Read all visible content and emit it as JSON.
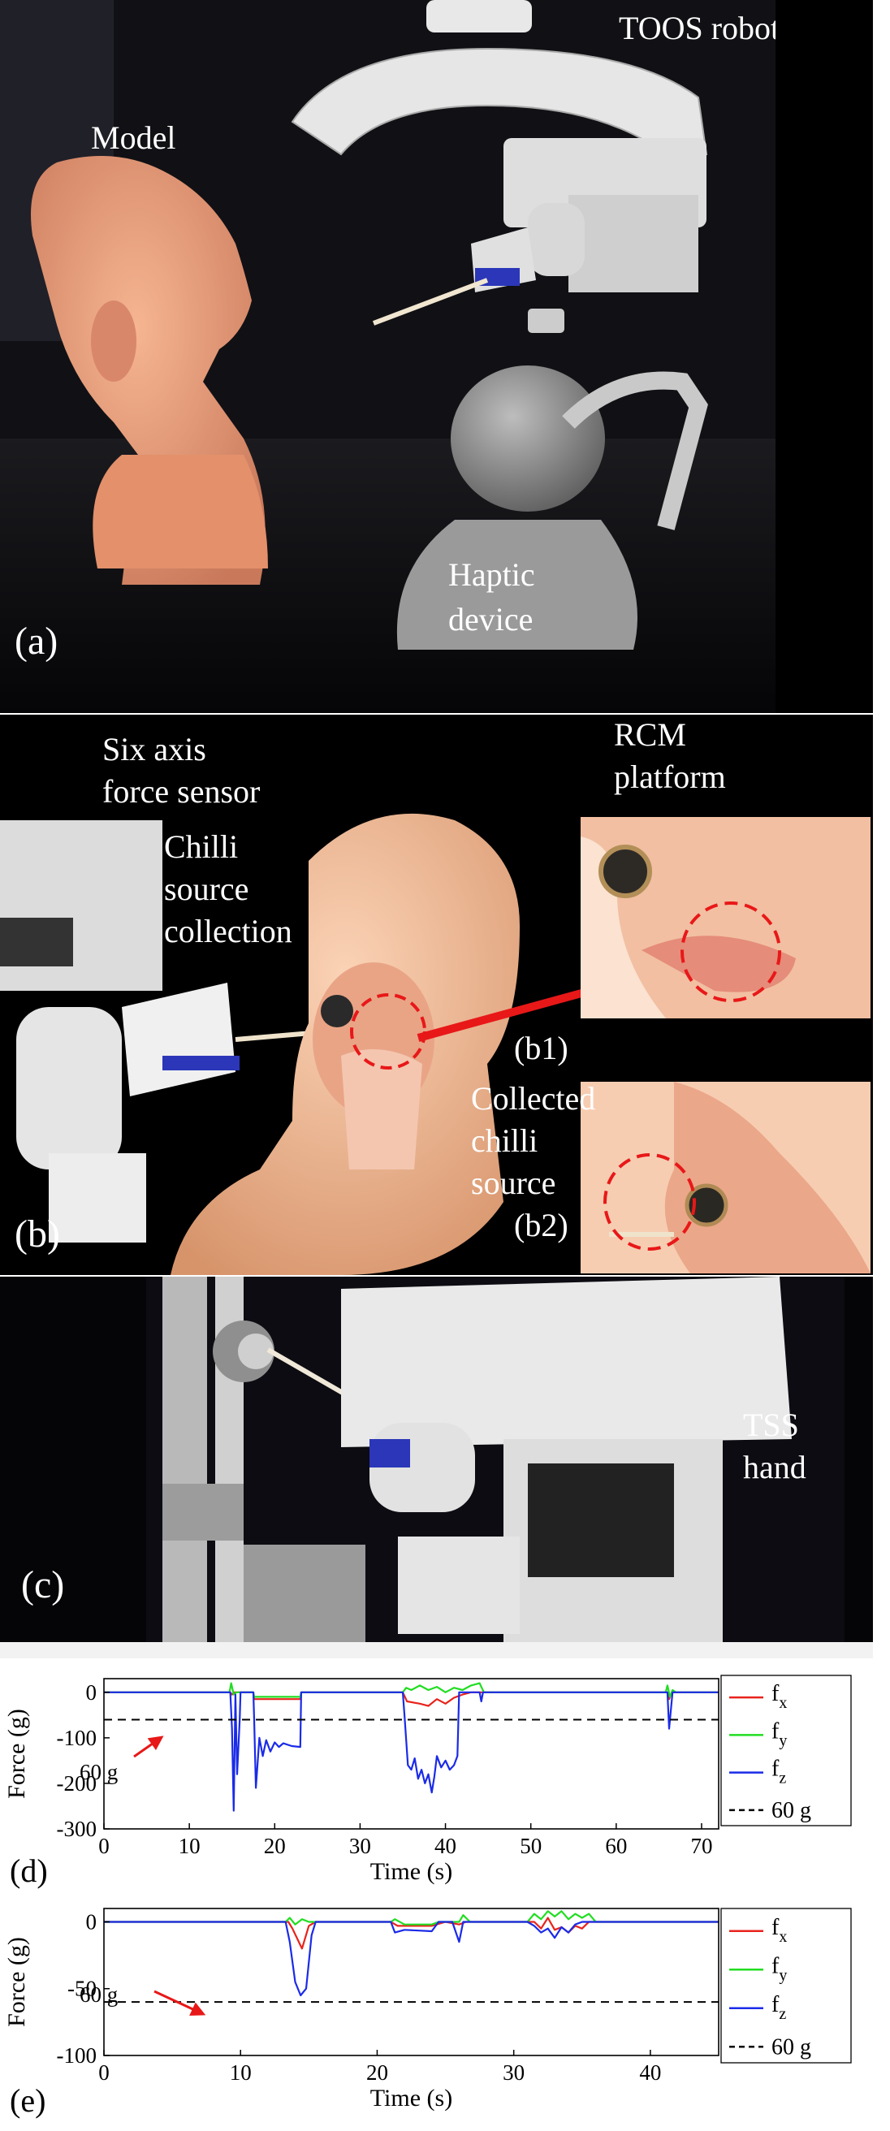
{
  "figure": {
    "panel_a": {
      "label": "(a)",
      "model_label": "Model",
      "robot_label": "TOOS robot",
      "haptic_label_line1": "Haptic",
      "haptic_label_line2": "device"
    },
    "panel_b": {
      "label": "(b)",
      "sensor_line1": "Six axis",
      "sensor_line2": "force sensor",
      "rcm_line1": "RCM",
      "rcm_line2": "platform",
      "chilli_line1": "Chilli",
      "chilli_line2": "source",
      "chilli_line3": "collection",
      "b1_label": "(b1)",
      "b2_label": "(b2)",
      "collected_line1": "Collected",
      "collected_line2": "chilli",
      "collected_line3": "source"
    },
    "panel_c": {
      "label": "(c)",
      "tss_line1": "TSS",
      "tss_line2": "hand"
    }
  },
  "chart_data": [
    {
      "id": "d",
      "panel_label": "(d)",
      "type": "line",
      "xlabel": "Time (s)",
      "ylabel": "Force (g)",
      "xlim": [
        0,
        72
      ],
      "ylim": [
        -300,
        30
      ],
      "xticks": [
        0,
        10,
        20,
        30,
        40,
        50,
        60,
        70
      ],
      "yticks": [
        0,
        -100,
        -200,
        -300
      ],
      "threshold": {
        "value": -60,
        "label": "60 g"
      },
      "legend": [
        "f_x",
        "f_y",
        "f_z",
        "60 g"
      ],
      "series": [
        {
          "name": "f_x",
          "color": "#e8231c",
          "points": [
            [
              0,
              0
            ],
            [
              14.8,
              0
            ],
            [
              15,
              -5
            ],
            [
              15.3,
              0
            ],
            [
              17.5,
              0
            ],
            [
              17.6,
              -15
            ],
            [
              23,
              -15
            ],
            [
              23.1,
              0
            ],
            [
              35,
              0
            ],
            [
              35.5,
              -20
            ],
            [
              37,
              -25
            ],
            [
              38,
              -30
            ],
            [
              39,
              -15
            ],
            [
              40,
              -25
            ],
            [
              41,
              -12
            ],
            [
              42,
              -5
            ],
            [
              43,
              0
            ],
            [
              66,
              0
            ],
            [
              66.2,
              -15
            ],
            [
              66.5,
              0
            ],
            [
              72,
              0
            ]
          ]
        },
        {
          "name": "f_y",
          "color": "#22dd22",
          "points": [
            [
              0,
              0
            ],
            [
              14.7,
              0
            ],
            [
              14.9,
              20
            ],
            [
              15.2,
              -5
            ],
            [
              15.5,
              0
            ],
            [
              17.5,
              0
            ],
            [
              17.6,
              -10
            ],
            [
              23,
              -10
            ],
            [
              23.1,
              0
            ],
            [
              35,
              0
            ],
            [
              35.4,
              10
            ],
            [
              36,
              5
            ],
            [
              37,
              15
            ],
            [
              38,
              5
            ],
            [
              39,
              12
            ],
            [
              40,
              0
            ],
            [
              41,
              10
            ],
            [
              42,
              5
            ],
            [
              43,
              15
            ],
            [
              44,
              20
            ],
            [
              44.5,
              0
            ],
            [
              65.8,
              0
            ],
            [
              66,
              15
            ],
            [
              66.3,
              -10
            ],
            [
              66.6,
              5
            ],
            [
              67,
              0
            ],
            [
              72,
              0
            ]
          ]
        },
        {
          "name": "f_z",
          "color": "#1a2be8",
          "points": [
            [
              0,
              0
            ],
            [
              14.8,
              0
            ],
            [
              15,
              -80
            ],
            [
              15.2,
              -260
            ],
            [
              15.4,
              -5
            ],
            [
              15.6,
              -180
            ],
            [
              15.9,
              -60
            ],
            [
              16,
              0
            ],
            [
              17.5,
              0
            ],
            [
              17.6,
              -60
            ],
            [
              17.8,
              -210
            ],
            [
              18.2,
              -100
            ],
            [
              18.6,
              -140
            ],
            [
              19,
              -105
            ],
            [
              19.5,
              -130
            ],
            [
              20,
              -110
            ],
            [
              20.5,
              -120
            ],
            [
              21,
              -112
            ],
            [
              22,
              -118
            ],
            [
              23,
              -120
            ],
            [
              23.1,
              0
            ],
            [
              35,
              0
            ],
            [
              35.2,
              -50
            ],
            [
              35.6,
              -160
            ],
            [
              36,
              -170
            ],
            [
              36.4,
              -145
            ],
            [
              36.8,
              -190
            ],
            [
              37.2,
              -170
            ],
            [
              37.6,
              -200
            ],
            [
              38,
              -180
            ],
            [
              38.4,
              -220
            ],
            [
              38.7,
              -185
            ],
            [
              39,
              -140
            ],
            [
              39.5,
              -165
            ],
            [
              40,
              -150
            ],
            [
              40.5,
              -170
            ],
            [
              41,
              -160
            ],
            [
              41.4,
              -140
            ],
            [
              41.6,
              0
            ],
            [
              44,
              0
            ],
            [
              44.2,
              -20
            ],
            [
              44.4,
              0
            ],
            [
              66,
              0
            ],
            [
              66.2,
              -80
            ],
            [
              66.4,
              -40
            ],
            [
              66.6,
              0
            ],
            [
              72,
              0
            ]
          ]
        }
      ]
    },
    {
      "id": "e",
      "panel_label": "(e)",
      "type": "line",
      "xlabel": "Time (s)",
      "ylabel": "Force (g)",
      "xlim": [
        0,
        45
      ],
      "ylim": [
        -100,
        10
      ],
      "xticks": [
        0,
        10,
        20,
        30,
        40
      ],
      "yticks": [
        0,
        -50,
        -100
      ],
      "threshold": {
        "value": -60,
        "label": "60 g"
      },
      "legend": [
        "f_x",
        "f_y",
        "f_z",
        "60 g"
      ],
      "series": [
        {
          "name": "f_x",
          "color": "#e8231c",
          "points": [
            [
              0,
              0
            ],
            [
              13.5,
              0
            ],
            [
              13.8,
              -5
            ],
            [
              14.5,
              -20
            ],
            [
              15,
              -3
            ],
            [
              15.5,
              0
            ],
            [
              21,
              0
            ],
            [
              21.5,
              -3
            ],
            [
              24,
              -3
            ],
            [
              25,
              0
            ],
            [
              26,
              -2
            ],
            [
              26.5,
              0
            ],
            [
              31.5,
              0
            ],
            [
              32,
              -5
            ],
            [
              32.5,
              3
            ],
            [
              33,
              -6
            ],
            [
              33.5,
              -4
            ],
            [
              34,
              -8
            ],
            [
              34.5,
              -3
            ],
            [
              35,
              -5
            ],
            [
              35.5,
              0
            ],
            [
              45,
              0
            ]
          ]
        },
        {
          "name": "f_y",
          "color": "#22dd22",
          "points": [
            [
              0,
              0
            ],
            [
              13.3,
              0
            ],
            [
              13.6,
              3
            ],
            [
              14,
              -2
            ],
            [
              14.5,
              2
            ],
            [
              15,
              0
            ],
            [
              21,
              0
            ],
            [
              21.3,
              2
            ],
            [
              22,
              -2
            ],
            [
              24,
              -2
            ],
            [
              24.5,
              0
            ],
            [
              26,
              0
            ],
            [
              26.3,
              5
            ],
            [
              26.8,
              0
            ],
            [
              31,
              0
            ],
            [
              31.5,
              6
            ],
            [
              32,
              2
            ],
            [
              32.5,
              8
            ],
            [
              33,
              4
            ],
            [
              33.5,
              8
            ],
            [
              34,
              2
            ],
            [
              34.5,
              6
            ],
            [
              35,
              3
            ],
            [
              35.5,
              6
            ],
            [
              36,
              0
            ],
            [
              45,
              0
            ]
          ]
        },
        {
          "name": "f_z",
          "color": "#1a2be8",
          "points": [
            [
              0,
              0
            ],
            [
              13.3,
              0
            ],
            [
              13.6,
              -15
            ],
            [
              14,
              -45
            ],
            [
              14.4,
              -55
            ],
            [
              14.8,
              -50
            ],
            [
              15.2,
              -10
            ],
            [
              15.5,
              0
            ],
            [
              21,
              0
            ],
            [
              21.3,
              -8
            ],
            [
              22,
              -6
            ],
            [
              24,
              -7
            ],
            [
              24.5,
              0
            ],
            [
              25.5,
              0
            ],
            [
              26,
              -15
            ],
            [
              26.3,
              0
            ],
            [
              31,
              0
            ],
            [
              31.5,
              -3
            ],
            [
              32,
              -8
            ],
            [
              32.5,
              -5
            ],
            [
              33,
              -12
            ],
            [
              33.5,
              -4
            ],
            [
              34,
              -8
            ],
            [
              34.5,
              -2
            ],
            [
              35,
              0
            ],
            [
              45,
              0
            ]
          ]
        }
      ]
    }
  ]
}
